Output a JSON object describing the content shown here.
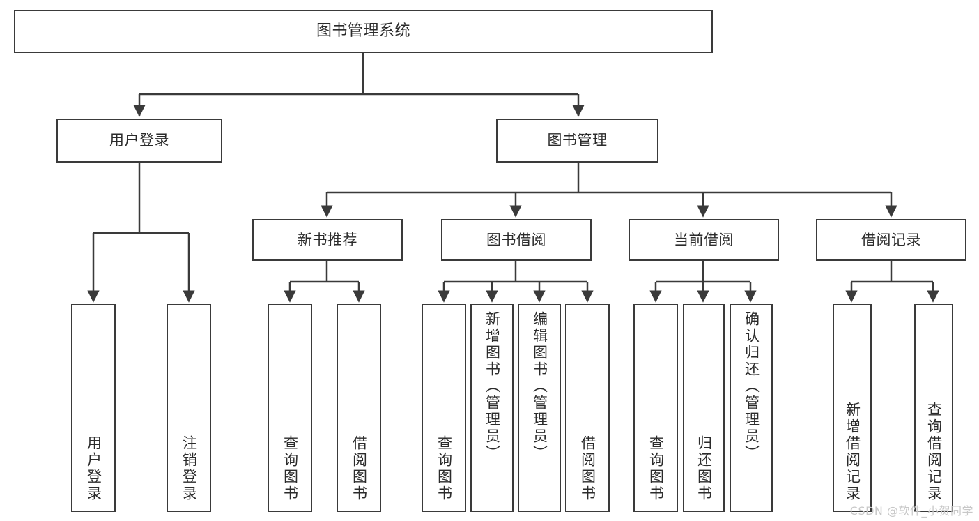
{
  "diagram": {
    "title": "图书管理系统",
    "type": "tree",
    "watermark": "CSDN @软件_小贺同学",
    "colors": {
      "box_border": "#3a3a3a",
      "box_fill": "#ffffff",
      "text": "#2b2b2b",
      "edge": "#3a3a3a",
      "watermark": "#c8c8c8",
      "background": "#ffffff"
    },
    "nodes": {
      "root": {
        "label": "图书管理系统"
      },
      "level2": [
        {
          "label": "用户登录"
        },
        {
          "label": "图书管理"
        }
      ],
      "level3": [
        {
          "label": "新书推荐"
        },
        {
          "label": "图书借阅"
        },
        {
          "label": "当前借阅"
        },
        {
          "label": "借阅记录"
        }
      ],
      "leaves_user_login": [
        {
          "label": "用户登录"
        },
        {
          "label": "注销登录"
        }
      ],
      "leaves_new_book": [
        {
          "label": "查询图书"
        },
        {
          "label": "借阅图书"
        }
      ],
      "leaves_borrow": [
        {
          "label": "查询图书"
        },
        {
          "label": "新增图书（管理员）"
        },
        {
          "label": "编辑图书（管理员）"
        },
        {
          "label": "借阅图书"
        }
      ],
      "leaves_current": [
        {
          "label": "查询图书"
        },
        {
          "label": "归还图书"
        },
        {
          "label": "确认归还（管理员）"
        }
      ],
      "leaves_records": [
        {
          "label": "新增借阅记录"
        },
        {
          "label": "查询借阅记录"
        }
      ]
    }
  }
}
